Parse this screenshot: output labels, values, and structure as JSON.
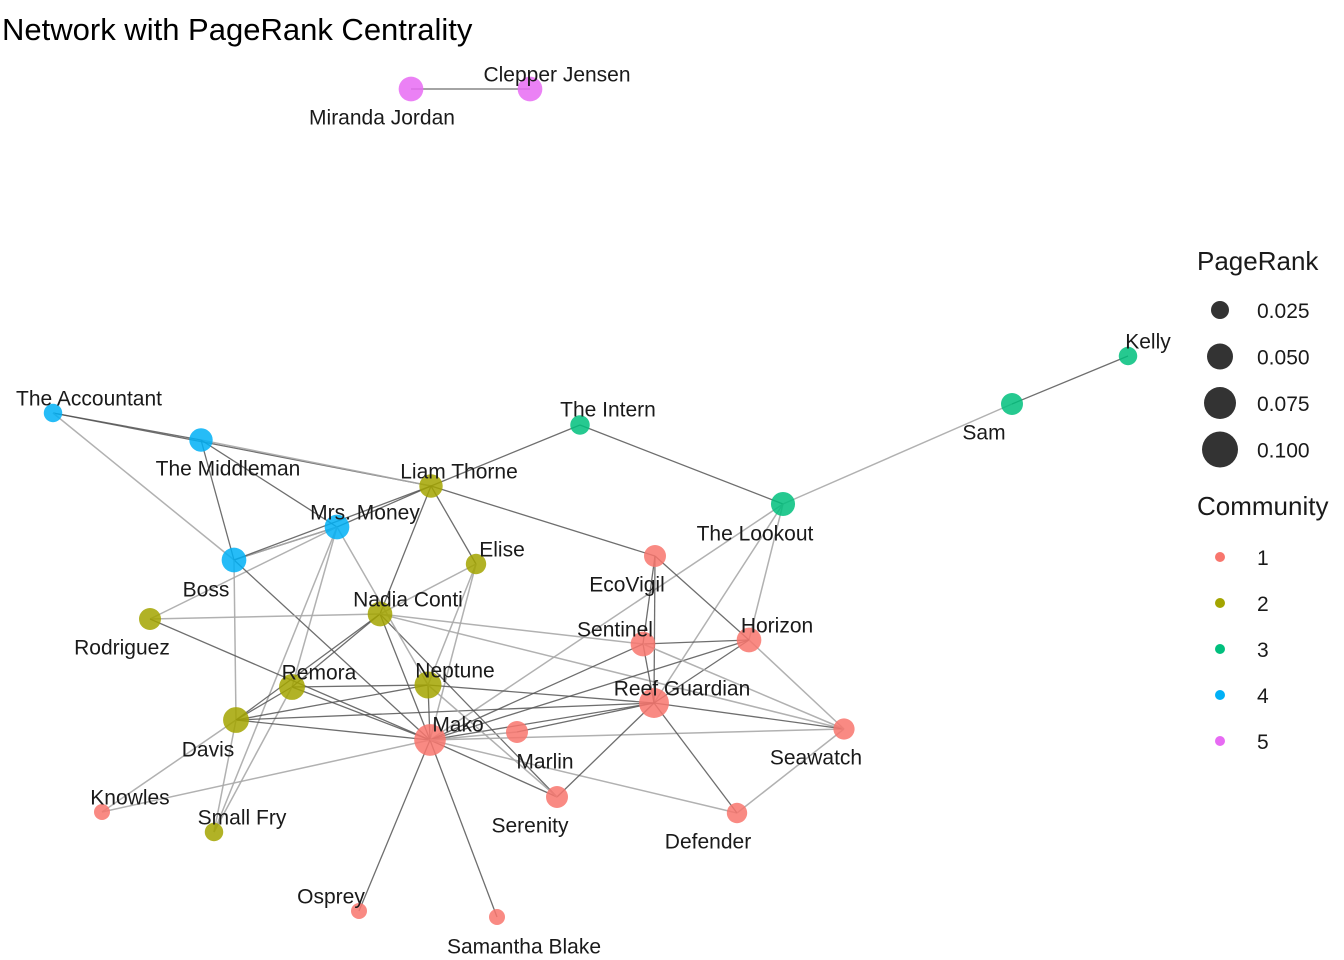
{
  "title": "Network with PageRank Centrality",
  "colors": {
    "community_1": "#F8766D",
    "community_2": "#A3A500",
    "community_3": "#00BF7D",
    "community_4": "#00B0F6",
    "community_5": "#E76BF3",
    "edge_dark": "#555555",
    "edge_light": "#a8a8a8"
  },
  "legend": {
    "pagerank_title": "PageRank",
    "pagerank_items": [
      {
        "label": "0.025",
        "value": 0.025
      },
      {
        "label": "0.050",
        "value": 0.05
      },
      {
        "label": "0.075",
        "value": 0.075
      },
      {
        "label": "0.100",
        "value": 0.1
      }
    ],
    "community_title": "Community",
    "community_items": [
      {
        "label": "1",
        "color": "#F8766D"
      },
      {
        "label": "2",
        "color": "#A3A500"
      },
      {
        "label": "3",
        "color": "#00BF7D"
      },
      {
        "label": "4",
        "color": "#00B0F6"
      },
      {
        "label": "5",
        "color": "#E76BF3"
      }
    ]
  },
  "nodes": [
    {
      "id": "miranda-jordan",
      "label": "Miranda Jordan",
      "community": 5,
      "pagerank": 0.06
    },
    {
      "id": "clepper-jensen",
      "label": "Clepper Jensen",
      "community": 5,
      "pagerank": 0.06
    },
    {
      "id": "kelly",
      "label": "Kelly",
      "community": 3,
      "pagerank": 0.02
    },
    {
      "id": "sam",
      "label": "Sam",
      "community": 3,
      "pagerank": 0.04
    },
    {
      "id": "the-intern",
      "label": "The Intern",
      "community": 3,
      "pagerank": 0.025
    },
    {
      "id": "the-lookout",
      "label": "The Lookout",
      "community": 3,
      "pagerank": 0.055
    },
    {
      "id": "the-accountant",
      "label": "The Accountant",
      "community": 4,
      "pagerank": 0.02
    },
    {
      "id": "the-middleman",
      "label": "The Middleman",
      "community": 4,
      "pagerank": 0.05
    },
    {
      "id": "mrs-money",
      "label": "Mrs. Money",
      "community": 4,
      "pagerank": 0.06
    },
    {
      "id": "boss",
      "label": "Boss",
      "community": 4,
      "pagerank": 0.06
    },
    {
      "id": "liam-thorne",
      "label": "Liam Thorne",
      "community": 2,
      "pagerank": 0.05
    },
    {
      "id": "elise",
      "label": "Elise",
      "community": 2,
      "pagerank": 0.03
    },
    {
      "id": "nadia-conti",
      "label": "Nadia Conti",
      "community": 2,
      "pagerank": 0.06
    },
    {
      "id": "rodriguez",
      "label": "Rodriguez",
      "community": 2,
      "pagerank": 0.04
    },
    {
      "id": "remora",
      "label": "Remora",
      "community": 2,
      "pagerank": 0.07
    },
    {
      "id": "neptune",
      "label": "Neptune",
      "community": 2,
      "pagerank": 0.08
    },
    {
      "id": "davis",
      "label": "Davis",
      "community": 2,
      "pagerank": 0.07
    },
    {
      "id": "small-fry",
      "label": "Small Fry",
      "community": 2,
      "pagerank": 0.02
    },
    {
      "id": "ecovigil",
      "label": "EcoVigil",
      "community": 1,
      "pagerank": 0.04
    },
    {
      "id": "sentinel",
      "label": "Sentinel",
      "community": 1,
      "pagerank": 0.06
    },
    {
      "id": "horizon",
      "label": "Horizon",
      "community": 1,
      "pagerank": 0.06
    },
    {
      "id": "reef-guardian",
      "label": "Reef Guardian",
      "community": 1,
      "pagerank": 0.11
    },
    {
      "id": "mako",
      "label": "Mako",
      "community": 1,
      "pagerank": 0.13
    },
    {
      "id": "marlin",
      "label": "Marlin",
      "community": 1,
      "pagerank": 0.04
    },
    {
      "id": "seawatch",
      "label": "Seawatch",
      "community": 1,
      "pagerank": 0.035
    },
    {
      "id": "serenity",
      "label": "Serenity",
      "community": 1,
      "pagerank": 0.04
    },
    {
      "id": "defender",
      "label": "Defender",
      "community": 1,
      "pagerank": 0.03
    },
    {
      "id": "knowles",
      "label": "Knowles",
      "community": 1,
      "pagerank": 0.01
    },
    {
      "id": "osprey",
      "label": "Osprey",
      "community": 1,
      "pagerank": 0.01
    },
    {
      "id": "samantha-blake",
      "label": "Samantha Blake",
      "community": 1,
      "pagerank": 0.01
    }
  ],
  "edges": [
    [
      "miranda-jordan",
      "clepper-jensen",
      "dark"
    ],
    [
      "kelly",
      "sam",
      "dark"
    ],
    [
      "sam",
      "the-lookout",
      "light"
    ],
    [
      "the-intern",
      "the-lookout",
      "dark"
    ],
    [
      "the-intern",
      "liam-thorne",
      "dark"
    ],
    [
      "the-lookout",
      "mako",
      "light"
    ],
    [
      "the-lookout",
      "reef-guardian",
      "light"
    ],
    [
      "the-lookout",
      "horizon",
      "light"
    ],
    [
      "the-accountant",
      "the-middleman",
      "dark"
    ],
    [
      "the-accountant",
      "liam-thorne",
      "dark"
    ],
    [
      "the-accountant",
      "boss",
      "light"
    ],
    [
      "the-middleman",
      "liam-thorne",
      "light"
    ],
    [
      "the-middleman",
      "mrs-money",
      "dark"
    ],
    [
      "the-middleman",
      "boss",
      "dark"
    ],
    [
      "mrs-money",
      "boss",
      "dark"
    ],
    [
      "mrs-money",
      "boss",
      "light"
    ],
    [
      "mrs-money",
      "liam-thorne",
      "dark"
    ],
    [
      "mrs-money",
      "rodriguez",
      "light"
    ],
    [
      "mrs-money",
      "remora",
      "light"
    ],
    [
      "mrs-money",
      "small-fry",
      "light"
    ],
    [
      "boss",
      "liam-thorne",
      "dark"
    ],
    [
      "boss",
      "mako",
      "dark"
    ],
    [
      "boss",
      "davis",
      "light"
    ],
    [
      "liam-thorne",
      "nadia-conti",
      "dark"
    ],
    [
      "liam-thorne",
      "elise",
      "dark"
    ],
    [
      "liam-thorne",
      "ecovigil",
      "dark"
    ],
    [
      "elise",
      "nadia-conti",
      "light"
    ],
    [
      "elise",
      "mako",
      "light"
    ],
    [
      "elise",
      "neptune",
      "light"
    ],
    [
      "nadia-conti",
      "remora",
      "dark"
    ],
    [
      "nadia-conti",
      "davis",
      "dark"
    ],
    [
      "nadia-conti",
      "rodriguez",
      "light"
    ],
    [
      "nadia-conti",
      "sentinel",
      "light"
    ],
    [
      "nadia-conti",
      "mako",
      "dark"
    ],
    [
      "nadia-conti",
      "serenity",
      "dark"
    ],
    [
      "nadia-conti",
      "seawatch",
      "light"
    ],
    [
      "rodriguez",
      "mako",
      "dark"
    ],
    [
      "remora",
      "neptune",
      "dark"
    ],
    [
      "remora",
      "davis",
      "dark"
    ],
    [
      "remora",
      "mako",
      "dark"
    ],
    [
      "remora",
      "small-fry",
      "light"
    ],
    [
      "neptune",
      "davis",
      "dark"
    ],
    [
      "neptune",
      "reef-guardian",
      "dark"
    ],
    [
      "neptune",
      "mako",
      "dark"
    ],
    [
      "neptune",
      "mrs-money",
      "light"
    ],
    [
      "davis",
      "reef-guardian",
      "dark"
    ],
    [
      "davis",
      "mako",
      "dark"
    ],
    [
      "davis",
      "small-fry",
      "light"
    ],
    [
      "knowles",
      "mako",
      "light"
    ],
    [
      "knowles",
      "davis",
      "light"
    ],
    [
      "mako",
      "reef-guardian",
      "dark"
    ],
    [
      "mako",
      "sentinel",
      "dark"
    ],
    [
      "mako",
      "horizon",
      "dark"
    ],
    [
      "mako",
      "marlin",
      "light"
    ],
    [
      "mako",
      "serenity",
      "dark"
    ],
    [
      "mako",
      "defender",
      "light"
    ],
    [
      "mako",
      "osprey",
      "dark"
    ],
    [
      "mako",
      "samantha-blake",
      "dark"
    ],
    [
      "mako",
      "seawatch",
      "light"
    ],
    [
      "reef-guardian",
      "sentinel",
      "dark"
    ],
    [
      "reef-guardian",
      "horizon",
      "dark"
    ],
    [
      "reef-guardian",
      "marlin",
      "dark"
    ],
    [
      "reef-guardian",
      "serenity",
      "dark"
    ],
    [
      "reef-guardian",
      "defender",
      "dark"
    ],
    [
      "reef-guardian",
      "seawatch",
      "dark"
    ],
    [
      "reef-guardian",
      "ecovigil",
      "dark"
    ],
    [
      "sentinel",
      "horizon",
      "dark"
    ],
    [
      "sentinel",
      "ecovigil",
      "dark"
    ],
    [
      "sentinel",
      "seawatch",
      "light"
    ],
    [
      "ecovigil",
      "horizon",
      "dark"
    ],
    [
      "horizon",
      "seawatch",
      "light"
    ],
    [
      "seawatch",
      "defender",
      "light"
    ],
    [
      "neptune",
      "serenity",
      "light"
    ]
  ]
}
